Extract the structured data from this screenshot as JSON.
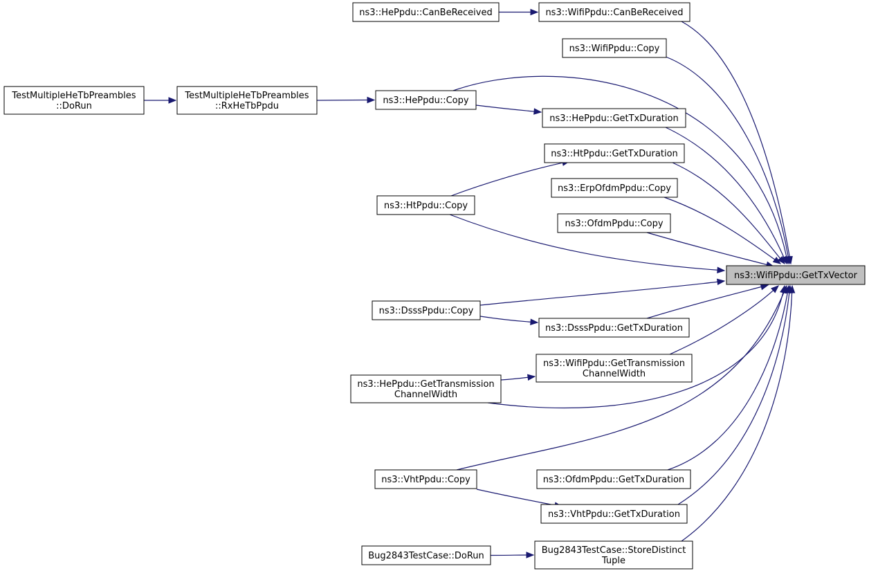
{
  "target": "ns3::WifiPpdu::GetTxVector",
  "nodes": [
    {
      "id": "target",
      "lines": [
        "ns3::WifiPpdu::GetTxVector"
      ],
      "target": true
    },
    {
      "id": "wifi-canbereceived",
      "lines": [
        "ns3::WifiPpdu::CanBeReceived"
      ]
    },
    {
      "id": "he-canbereceived",
      "lines": [
        "ns3::HePpdu::CanBeReceived"
      ]
    },
    {
      "id": "wifi-copy",
      "lines": [
        "ns3::WifiPpdu::Copy"
      ]
    },
    {
      "id": "he-copy",
      "lines": [
        "ns3::HePpdu::Copy"
      ]
    },
    {
      "id": "rx-hetb",
      "lines": [
        "TestMultipleHeTbPreambles",
        "::RxHeTbPpdu"
      ]
    },
    {
      "id": "dorun-hetb",
      "lines": [
        "TestMultipleHeTbPreambles",
        "::DoRun"
      ]
    },
    {
      "id": "he-gettxduration",
      "lines": [
        "ns3::HePpdu::GetTxDuration"
      ]
    },
    {
      "id": "ht-gettxduration",
      "lines": [
        "ns3::HtPpdu::GetTxDuration"
      ]
    },
    {
      "id": "ht-copy",
      "lines": [
        "ns3::HtPpdu::Copy"
      ]
    },
    {
      "id": "erp-copy",
      "lines": [
        "ns3::ErpOfdmPpdu::Copy"
      ]
    },
    {
      "id": "ofdm-copy",
      "lines": [
        "ns3::OfdmPpdu::Copy"
      ]
    },
    {
      "id": "dsss-copy",
      "lines": [
        "ns3::DsssPpdu::Copy"
      ]
    },
    {
      "id": "dsss-gettxduration",
      "lines": [
        "ns3::DsssPpdu::GetTxDuration"
      ]
    },
    {
      "id": "wifi-gettxchw",
      "lines": [
        "ns3::WifiPpdu::GetTransmission",
        "ChannelWidth"
      ]
    },
    {
      "id": "he-gettxchw",
      "lines": [
        "ns3::HePpdu::GetTransmission",
        "ChannelWidth"
      ]
    },
    {
      "id": "vht-copy",
      "lines": [
        "ns3::VhtPpdu::Copy"
      ]
    },
    {
      "id": "ofdm-gettxduration",
      "lines": [
        "ns3::OfdmPpdu::GetTxDuration"
      ]
    },
    {
      "id": "vht-gettxduration",
      "lines": [
        "ns3::VhtPpdu::GetTxDuration"
      ]
    },
    {
      "id": "bug-storedistinct",
      "lines": [
        "Bug2843TestCase::StoreDistinct",
        "Tuple"
      ]
    },
    {
      "id": "bug-dorun",
      "lines": [
        "Bug2843TestCase::DoRun"
      ]
    }
  ],
  "edges": [
    {
      "from": "he-canbereceived",
      "to": "wifi-canbereceived"
    },
    {
      "from": "dorun-hetb",
      "to": "rx-hetb"
    },
    {
      "from": "rx-hetb",
      "to": "he-copy"
    },
    {
      "from": "he-copy",
      "to": "he-gettxduration"
    },
    {
      "from": "ht-copy",
      "to": "ht-gettxduration"
    },
    {
      "from": "dsss-copy",
      "to": "dsss-gettxduration"
    },
    {
      "from": "he-gettxchw",
      "to": "wifi-gettxchw"
    },
    {
      "from": "vht-copy",
      "to": "vht-gettxduration"
    },
    {
      "from": "bug-dorun",
      "to": "bug-storedistinct"
    },
    {
      "from": "wifi-canbereceived",
      "to": "target"
    },
    {
      "from": "wifi-copy",
      "to": "target"
    },
    {
      "from": "he-copy",
      "to": "target"
    },
    {
      "from": "he-gettxduration",
      "to": "target"
    },
    {
      "from": "ht-gettxduration",
      "to": "target"
    },
    {
      "from": "erp-copy",
      "to": "target"
    },
    {
      "from": "ofdm-copy",
      "to": "target"
    },
    {
      "from": "ht-copy",
      "to": "target"
    },
    {
      "from": "dsss-copy",
      "to": "target"
    },
    {
      "from": "dsss-gettxduration",
      "to": "target"
    },
    {
      "from": "wifi-gettxchw",
      "to": "target"
    },
    {
      "from": "he-gettxchw",
      "to": "target"
    },
    {
      "from": "vht-copy",
      "to": "target"
    },
    {
      "from": "ofdm-gettxduration",
      "to": "target"
    },
    {
      "from": "vht-gettxduration",
      "to": "target"
    },
    {
      "from": "bug-storedistinct",
      "to": "target"
    }
  ]
}
